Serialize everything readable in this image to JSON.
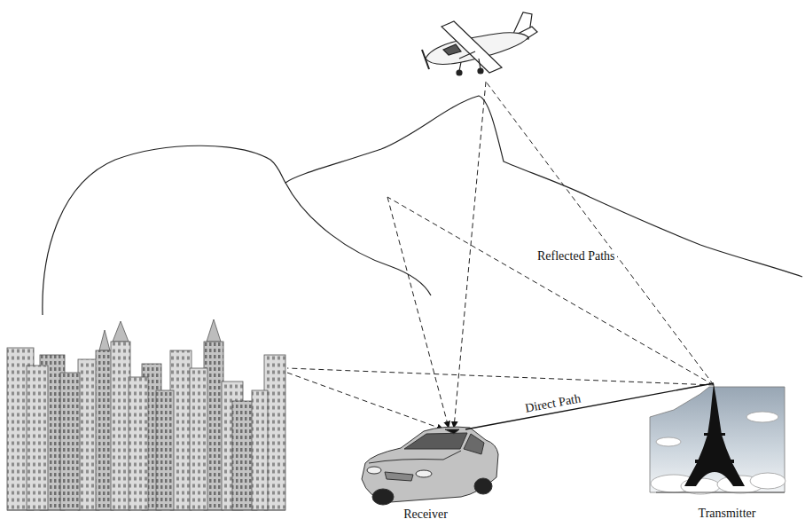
{
  "diagram": {
    "nodes": [
      {
        "text": [
          "Receiver"
        ]
      },
      {
        "text": [
          "Transmitter"
        ]
      }
    ],
    "edges": [
      {
        "from": 1,
        "to": 0,
        "arrow": "none",
        "label": "Direct Path"
      }
    ],
    "labels": [
      "Reflected Paths"
    ]
  }
}
